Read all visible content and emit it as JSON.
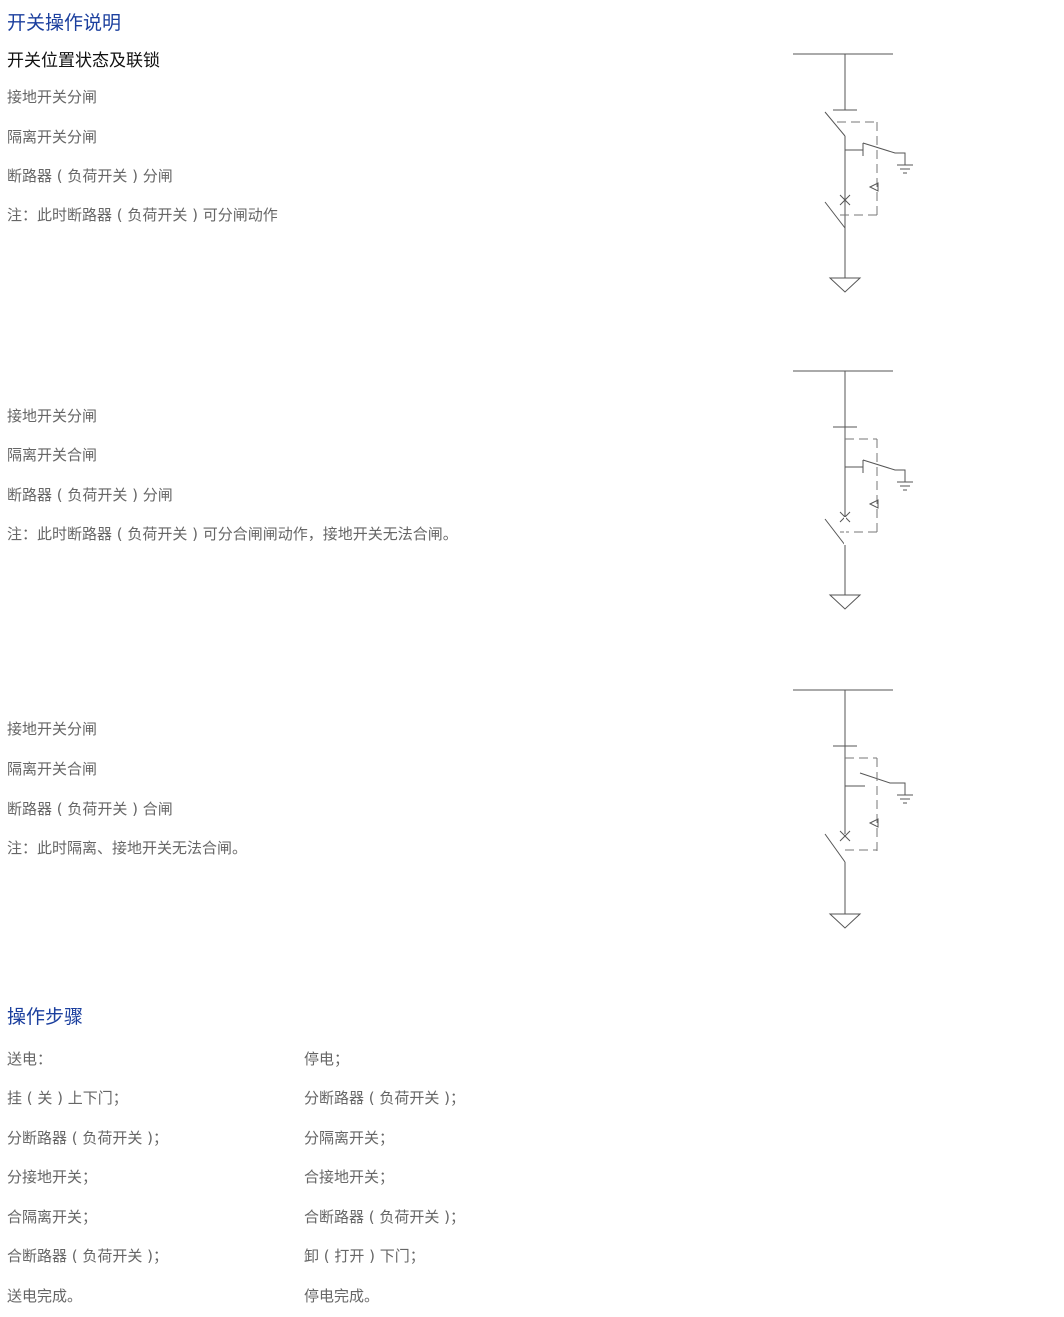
{
  "title": "开关操作说明",
  "subtitle": "开关位置状态及联锁",
  "states": [
    {
      "lines": [
        "接地开关分闸",
        "隔离开关分闸",
        "断路器 ( 负荷开关 ) 分闸",
        "注：此时断路器 ( 负荷开关 ) 可分闸动作"
      ],
      "diagram": {
        "disconnector": "open",
        "breaker": "open",
        "earth": "open"
      }
    },
    {
      "lines": [
        "接地开关分闸",
        "隔离开关合闸",
        "断路器 ( 负荷开关 ) 分闸",
        "注：此时断路器 ( 负荷开关 ) 可分合闸闸动作，接地开关无法合闸。"
      ],
      "diagram": {
        "disconnector": "closed",
        "breaker": "open",
        "earth": "open"
      }
    },
    {
      "lines": [
        "接地开关分闸",
        "隔离开关合闸",
        "断路器 ( 负荷开关 ) 合闸",
        "注：此时隔离、接地开关无法合闸。"
      ],
      "diagram": {
        "disconnector": "closed",
        "breaker": "closed",
        "earth": "open"
      }
    }
  ],
  "steps": {
    "title": "操作步骤",
    "power_on": [
      "送电：",
      "挂 ( 关 ) 上下门；",
      "分断路器 ( 负荷开关 )；",
      "分接地开关；",
      "合隔离开关；",
      "合断路器 ( 负荷开关 )；",
      "送电完成。"
    ],
    "power_off": [
      "停电；",
      "分断路器 ( 负荷开关 )；",
      "分隔离开关；",
      "合接地开关；",
      "合断路器 ( 负荷开关 )；",
      "卸 ( 打开 ) 下门；",
      "停电完成。"
    ]
  }
}
